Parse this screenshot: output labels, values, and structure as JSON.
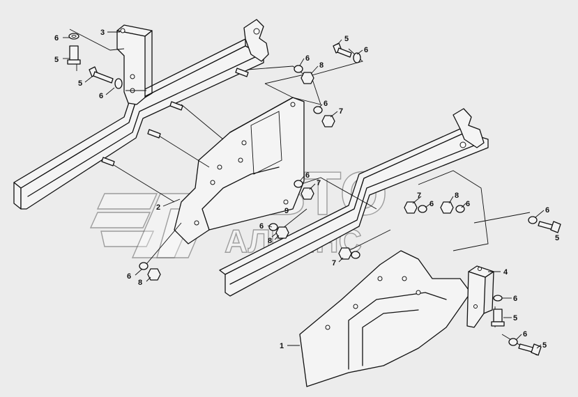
{
  "watermark": {
    "line1": "АВТО",
    "line2": "АЛЬЯНС"
  },
  "callouts": [
    {
      "id": "c1",
      "text": "6"
    },
    {
      "id": "c2",
      "text": "5"
    },
    {
      "id": "c3",
      "text": "3"
    },
    {
      "id": "c4",
      "text": "5"
    },
    {
      "id": "c5",
      "text": "6"
    },
    {
      "id": "c6",
      "text": "5"
    },
    {
      "id": "c7",
      "text": "6"
    },
    {
      "id": "c8",
      "text": "6"
    },
    {
      "id": "c9",
      "text": "8"
    },
    {
      "id": "c10",
      "text": "6"
    },
    {
      "id": "c11",
      "text": "7"
    },
    {
      "id": "c12",
      "text": "6"
    },
    {
      "id": "c13",
      "text": "7"
    },
    {
      "id": "c14",
      "text": "2"
    },
    {
      "id": "c15",
      "text": "9"
    },
    {
      "id": "c16",
      "text": "6"
    },
    {
      "id": "c17",
      "text": "8"
    },
    {
      "id": "c18",
      "text": "6"
    },
    {
      "id": "c19",
      "text": "8"
    },
    {
      "id": "c20",
      "text": "7"
    },
    {
      "id": "c21",
      "text": "8"
    },
    {
      "id": "c22",
      "text": "6"
    },
    {
      "id": "c23",
      "text": "6"
    },
    {
      "id": "c24",
      "text": "6"
    },
    {
      "id": "c25",
      "text": "5"
    },
    {
      "id": "c26",
      "text": "7"
    },
    {
      "id": "c27",
      "text": "4"
    },
    {
      "id": "c28",
      "text": "6"
    },
    {
      "id": "c29",
      "text": "5"
    },
    {
      "id": "c30",
      "text": "1"
    },
    {
      "id": "c31",
      "text": "6"
    },
    {
      "id": "c32",
      "text": "5"
    }
  ]
}
